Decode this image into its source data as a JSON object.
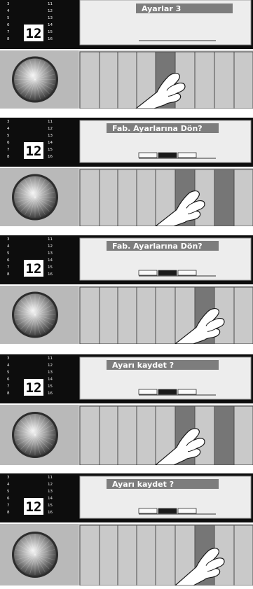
{
  "panels": [
    {
      "id": 1,
      "message": "Ayarlar 3",
      "program_number": "12",
      "numbers_left": [
        "3",
        "4",
        "5",
        "6",
        "7",
        "8"
      ],
      "numbers_right": [
        "11",
        "12",
        "13",
        "14",
        "15",
        "16"
      ],
      "pressed_keys": [
        5
      ],
      "selector": {
        "show": false,
        "active": -1
      }
    },
    {
      "id": 2,
      "message": "Fab. Ayarlarına Dön?",
      "program_number": "12",
      "numbers_left": [
        "3",
        "4",
        "5",
        "6",
        "7",
        "8"
      ],
      "numbers_right": [
        "11",
        "12",
        "13",
        "14",
        "15",
        "16"
      ],
      "pressed_keys": [
        6,
        8
      ],
      "selector": {
        "show": true,
        "active": 1
      }
    },
    {
      "id": 3,
      "message": "Fab. Ayarlarına Dön?",
      "program_number": "12",
      "numbers_left": [
        "3",
        "4",
        "5",
        "6",
        "7",
        "8"
      ],
      "numbers_right": [
        "11",
        "12",
        "13",
        "14",
        "15",
        "16"
      ],
      "pressed_keys": [
        7
      ],
      "selector": {
        "show": true,
        "active": 1
      }
    },
    {
      "id": 4,
      "message": "Ayarı kaydet ?",
      "program_number": "12",
      "numbers_left": [
        "3",
        "4",
        "5",
        "6",
        "7",
        "8"
      ],
      "numbers_right": [
        "11",
        "12",
        "13",
        "14",
        "15",
        "16"
      ],
      "pressed_keys": [
        6,
        8
      ],
      "selector": {
        "show": true,
        "active": 1
      }
    },
    {
      "id": 5,
      "message": "Ayarı kaydet ?",
      "program_number": "12",
      "numbers_left": [
        "3",
        "4",
        "5",
        "6",
        "7",
        "8"
      ],
      "numbers_right": [
        "11",
        "12",
        "13",
        "14",
        "15",
        "16"
      ],
      "pressed_keys": [
        7
      ],
      "selector": {
        "show": true,
        "active": 1
      }
    }
  ],
  "colors": {
    "panel_black": "#0d0d0d",
    "display_bg": "#ededed",
    "title_bar": "#7d7d7d",
    "keys_bg": "#c9c9c9",
    "key_pressed": "#767676",
    "key_line": "#4a4a4a"
  },
  "icons": {
    "knob": "rotary-knob-icon",
    "hand": "pointing-hand-icon"
  }
}
